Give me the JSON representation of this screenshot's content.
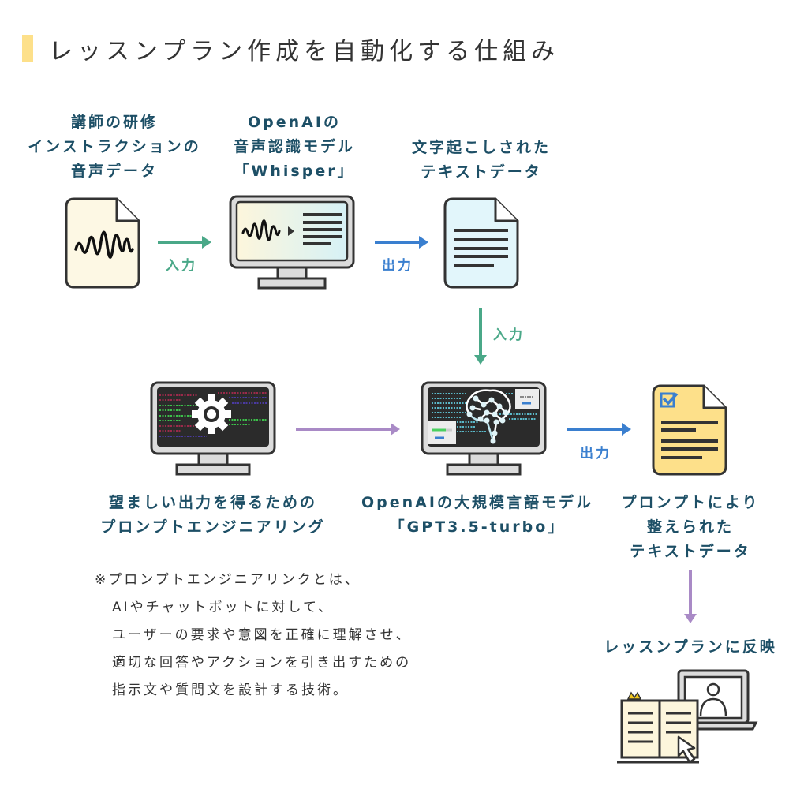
{
  "title": "レッスンプラン作成を自動化する仕組み",
  "colors": {
    "title_accent": "#fde08a",
    "label_text": "#1d4f66",
    "arrow_green": "#4aa888",
    "arrow_blue": "#3a7fcf",
    "arrow_purple": "#a98ac6"
  },
  "steps": {
    "audio": {
      "lines": [
        "講師の研修",
        "インストラクションの",
        "音声データ"
      ],
      "icon": "audio-file-icon"
    },
    "whisper": {
      "lines": [
        "OpenAIの",
        "音声認識モデル",
        "「Whisper」"
      ],
      "icon": "monitor-speech-to-text-icon"
    },
    "transcript": {
      "lines": [
        "文字起こしされた",
        "テキストデータ"
      ],
      "icon": "text-document-icon"
    },
    "prompt_eng": {
      "lines": [
        "望ましい出力を得るための",
        "プロンプトエンジニアリング"
      ],
      "icon": "monitor-gear-icon"
    },
    "gpt": {
      "lines": [
        "OpenAIの大規模言語モデル",
        "「GPT3.5-turbo」"
      ],
      "icon": "monitor-ai-brain-icon"
    },
    "refined": {
      "lines": [
        "プロンプトにより",
        "整えられた",
        "テキストデータ"
      ],
      "icon": "checked-document-icon"
    },
    "lesson": {
      "lines": [
        "レッスンプランに反映"
      ],
      "icon": "book-laptop-icon"
    }
  },
  "arrows": {
    "a1": "入力",
    "a2": "出力",
    "a3": "入力",
    "a5": "出力"
  },
  "note": {
    "lines": [
      "※プロンプトエンジニアリンクとは、",
      "AIやチャットボットに対して、",
      "ユーザーの要求や意図を正確に理解させ、",
      "適切な回答やアクションを引き出すための",
      "指示文や質問文を設計する技術。"
    ]
  }
}
